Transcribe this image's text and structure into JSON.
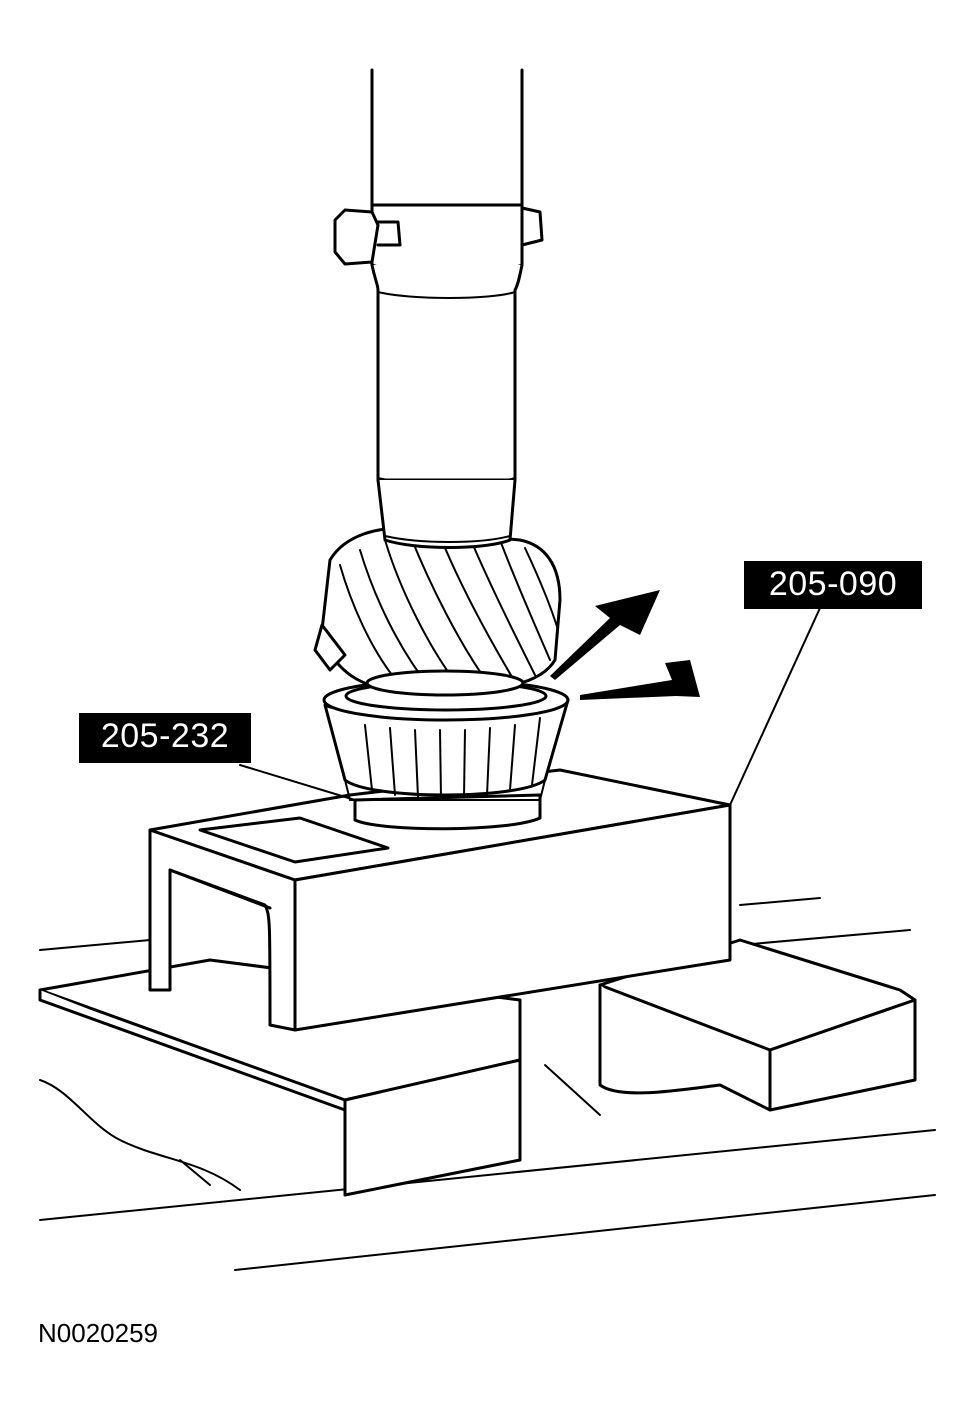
{
  "callouts": {
    "tool_205_090": "205-090",
    "tool_205_232": "205-232"
  },
  "figure_id": "N0020259",
  "colors": {
    "line": "#000000",
    "background": "#ffffff",
    "label_background": "#000000",
    "label_text": "#ffffff"
  }
}
